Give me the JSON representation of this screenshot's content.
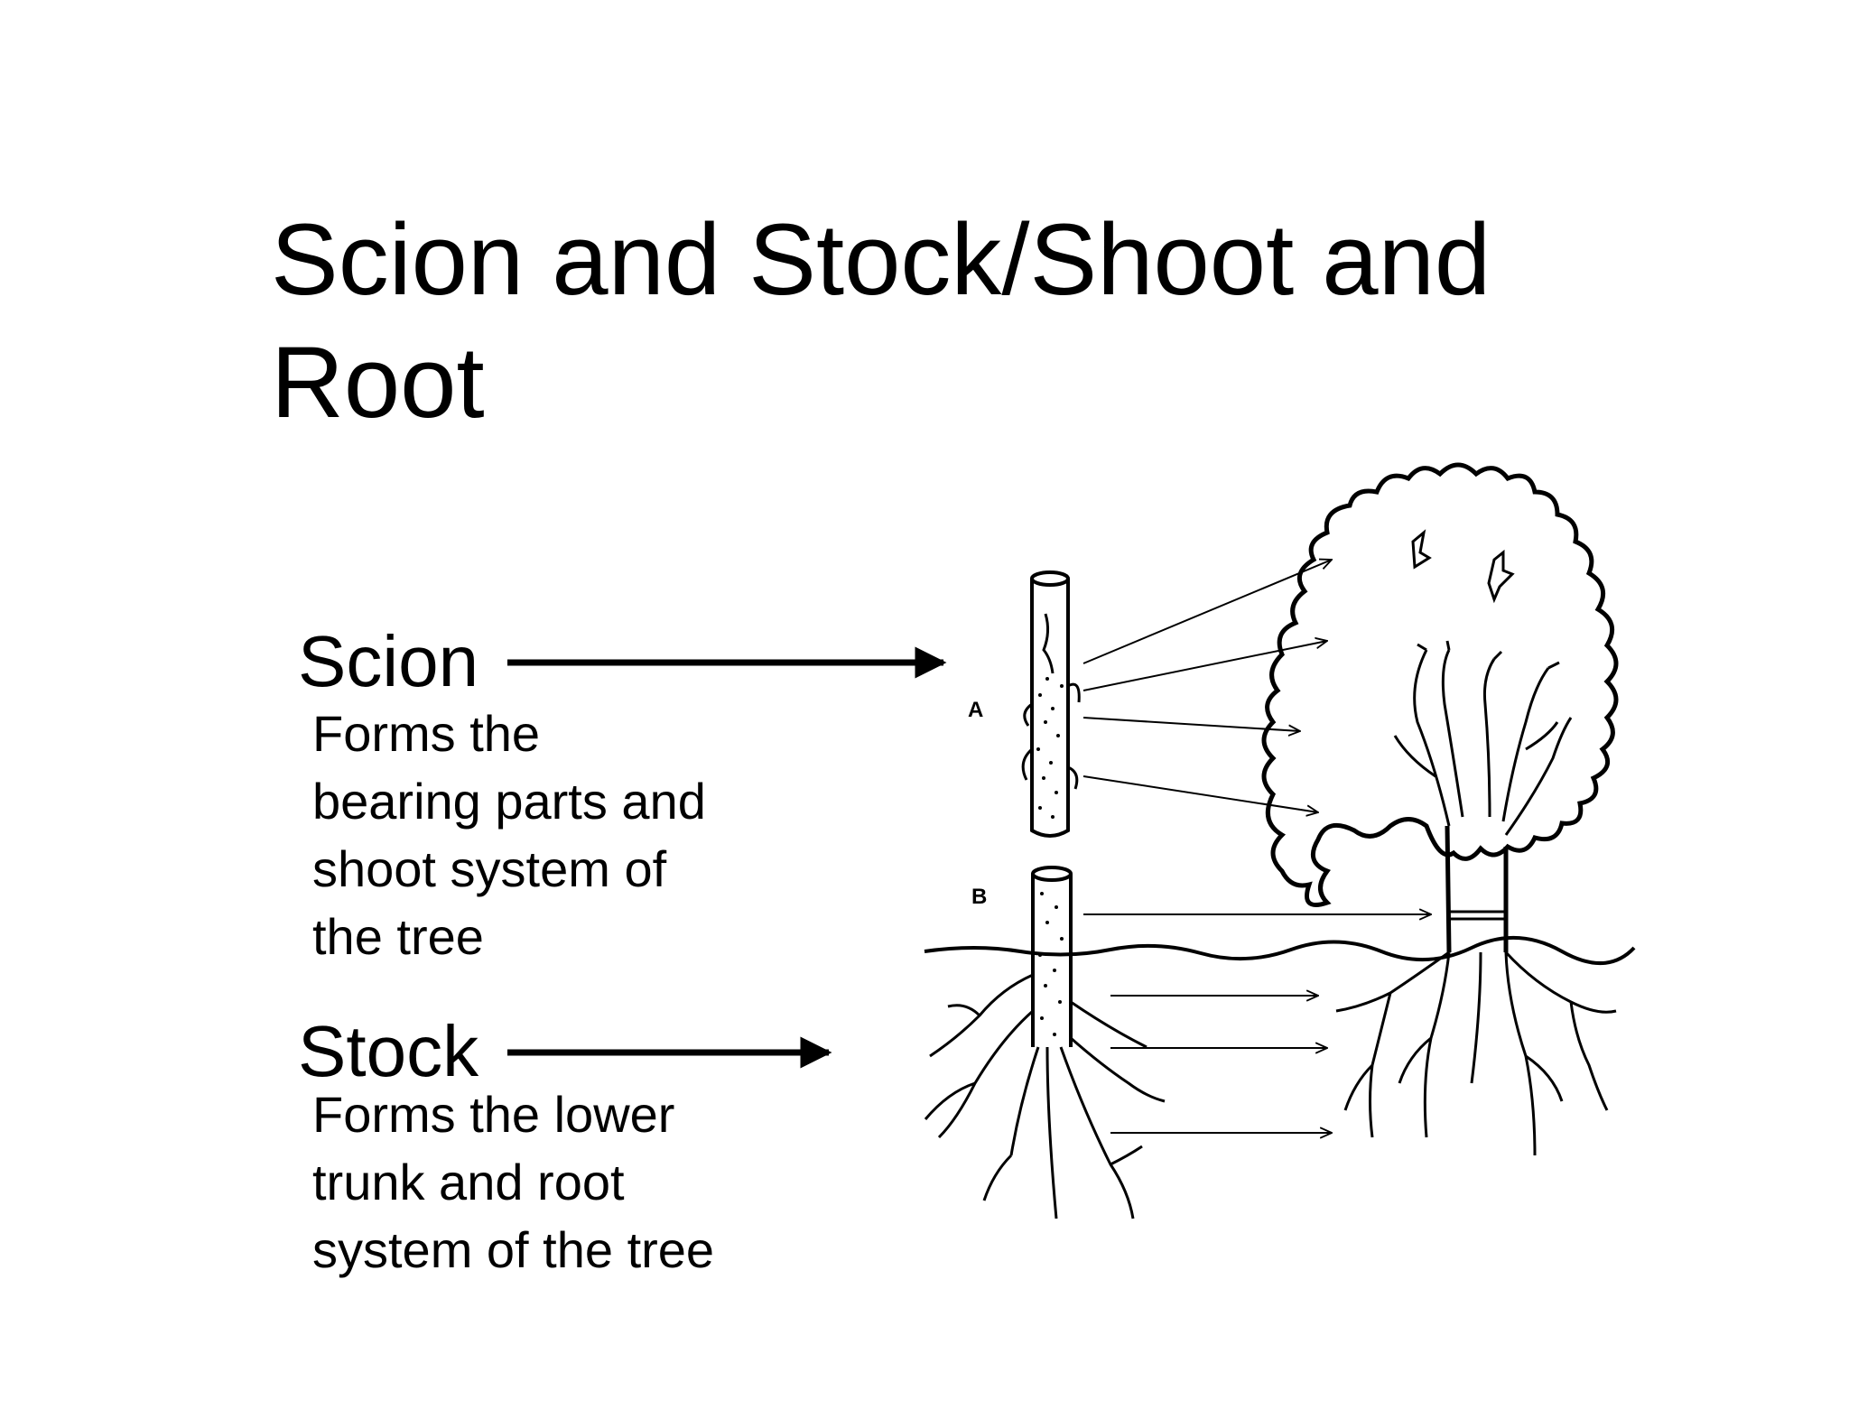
{
  "slide": {
    "title": "Scion and Stock/Shoot and Root",
    "scion": {
      "label": "Scion",
      "description_lines": [
        "Forms the",
        "bearing parts and",
        "shoot system of",
        "the tree"
      ]
    },
    "stock": {
      "label": "Stock",
      "description_lines": [
        "Forms the lower",
        "trunk and root",
        "system of the tree"
      ]
    },
    "figure_labels": {
      "a": "A",
      "b": "B"
    }
  },
  "colors": {
    "ink": "#000000",
    "background": "#ffffff"
  }
}
